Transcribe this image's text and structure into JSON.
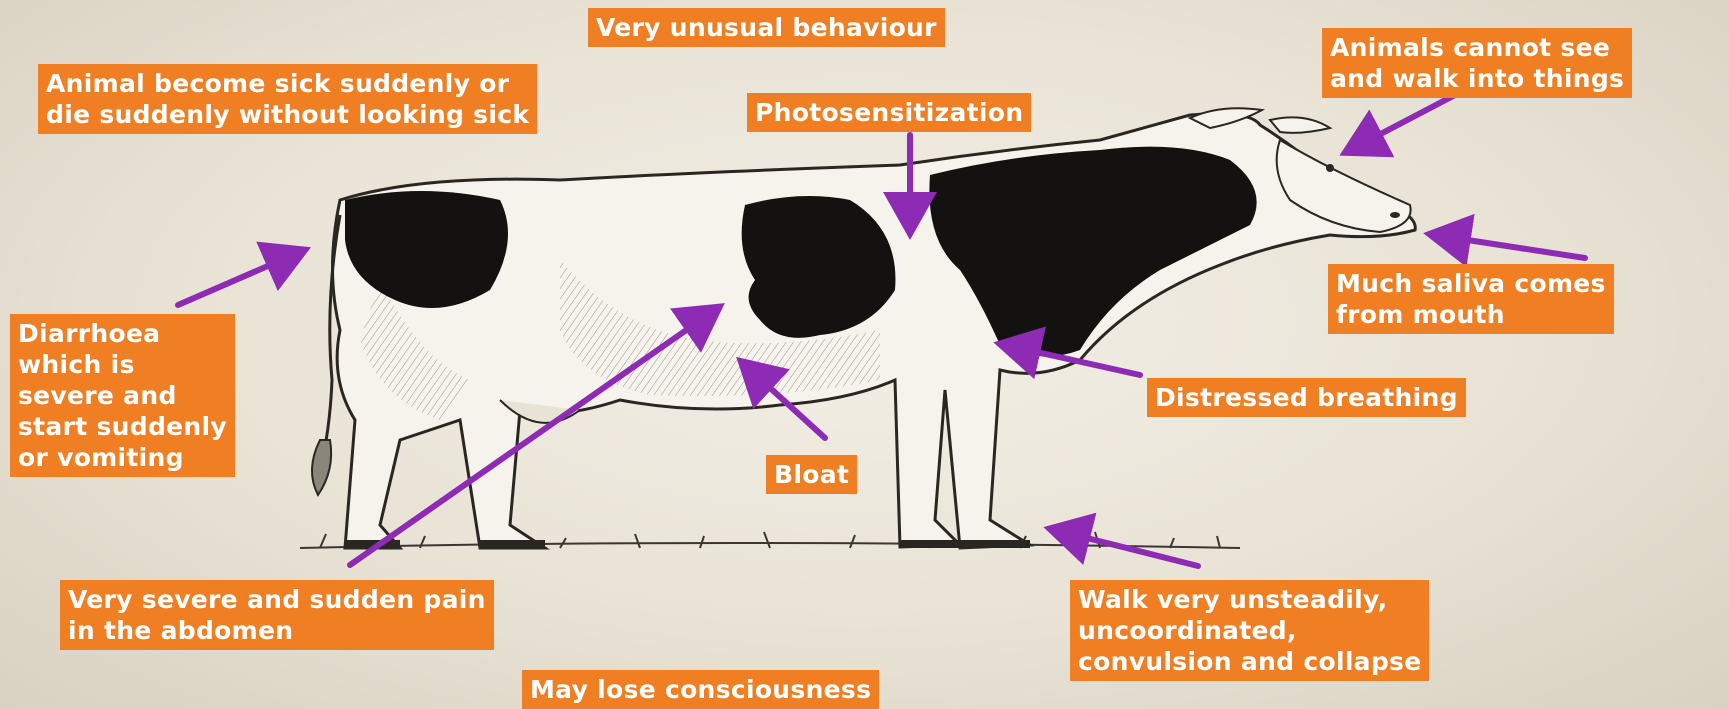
{
  "labels": {
    "very_unusual_behaviour": "Very unusual behaviour",
    "sick_suddenly": "Animal become sick suddenly or\ndie suddenly without looking sick",
    "photosensitization": "Photosensitization",
    "cannot_see": "Animals cannot see\nand walk into things",
    "saliva": "Much saliva comes\nfrom mouth",
    "diarrhoea": "Diarrhoea\nwhich is\nsevere and\nstart suddenly\nor vomiting",
    "distressed_breathing": "Distressed breathing",
    "bloat": "Bloat",
    "abdomen_pain": "Very severe and sudden pain\nin the abdomen",
    "walk_unsteadily": "Walk very unsteadily,\nuncoordinated,\nconvulsion and collapse",
    "lose_consciousness": "May lose consciousness"
  },
  "colors": {
    "label_bg": "#f07f23",
    "label_text": "#ffffff",
    "arrow": "#8e2bb4",
    "background": "#ece6da"
  },
  "illustration": "holstein-cow-sketch"
}
